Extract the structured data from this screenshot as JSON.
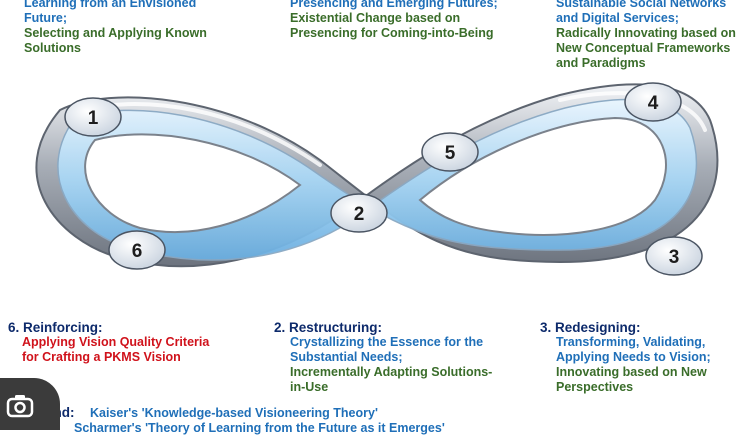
{
  "top_left": {
    "line1": "Learning from an Envisioned",
    "line2": "Future;",
    "line3": "Selecting and Applying Known",
    "line4": "Solutions"
  },
  "top_middle": {
    "line1": "Presencing and Emerging Futures;",
    "line2": "Existential Change based on",
    "line3": "Presencing for Coming-into-Being"
  },
  "top_right": {
    "line1": "Sustainable Social Networks",
    "line2": "and Digital Services;",
    "line3": "Radically Innovating based on",
    "line4": "New Conceptual Frameworks",
    "line5": "and Paradigms"
  },
  "nodes": [
    "1",
    "2",
    "3",
    "4",
    "5",
    "6"
  ],
  "bottom_left": {
    "title": "6. Reinforcing:",
    "line1": "Applying Vision Quality Criteria",
    "line2": "for Crafting a PKMS Vision"
  },
  "bottom_middle": {
    "title": "2. Restructuring:",
    "line1": "Crystallizing the Essence for the",
    "line2": "Substantial Needs;",
    "line3": "Incrementally Adapting Solutions-",
    "line4": "in-Use"
  },
  "bottom_right": {
    "title": "3. Redesigning:",
    "line1": "Transforming, Validating,",
    "line2": "Applying Needs to Vision;",
    "line3": "Innovating based on New",
    "line4": "Perspectives"
  },
  "legend": {
    "label": "end:",
    "line1": "Kaiser's 'Knowledge-based Visioneering Theory'",
    "line2": "Scharmer's 'Theory of Learning from the Future as it Emerges'"
  },
  "colors": {
    "blue_text": "#1f6fb8",
    "green_text": "#3a6d2a",
    "red_text": "#d0121b",
    "navy_text": "#0d2a6b",
    "node_fill": "#dfe6f0"
  },
  "icons": [
    "camera-lens-icon"
  ]
}
